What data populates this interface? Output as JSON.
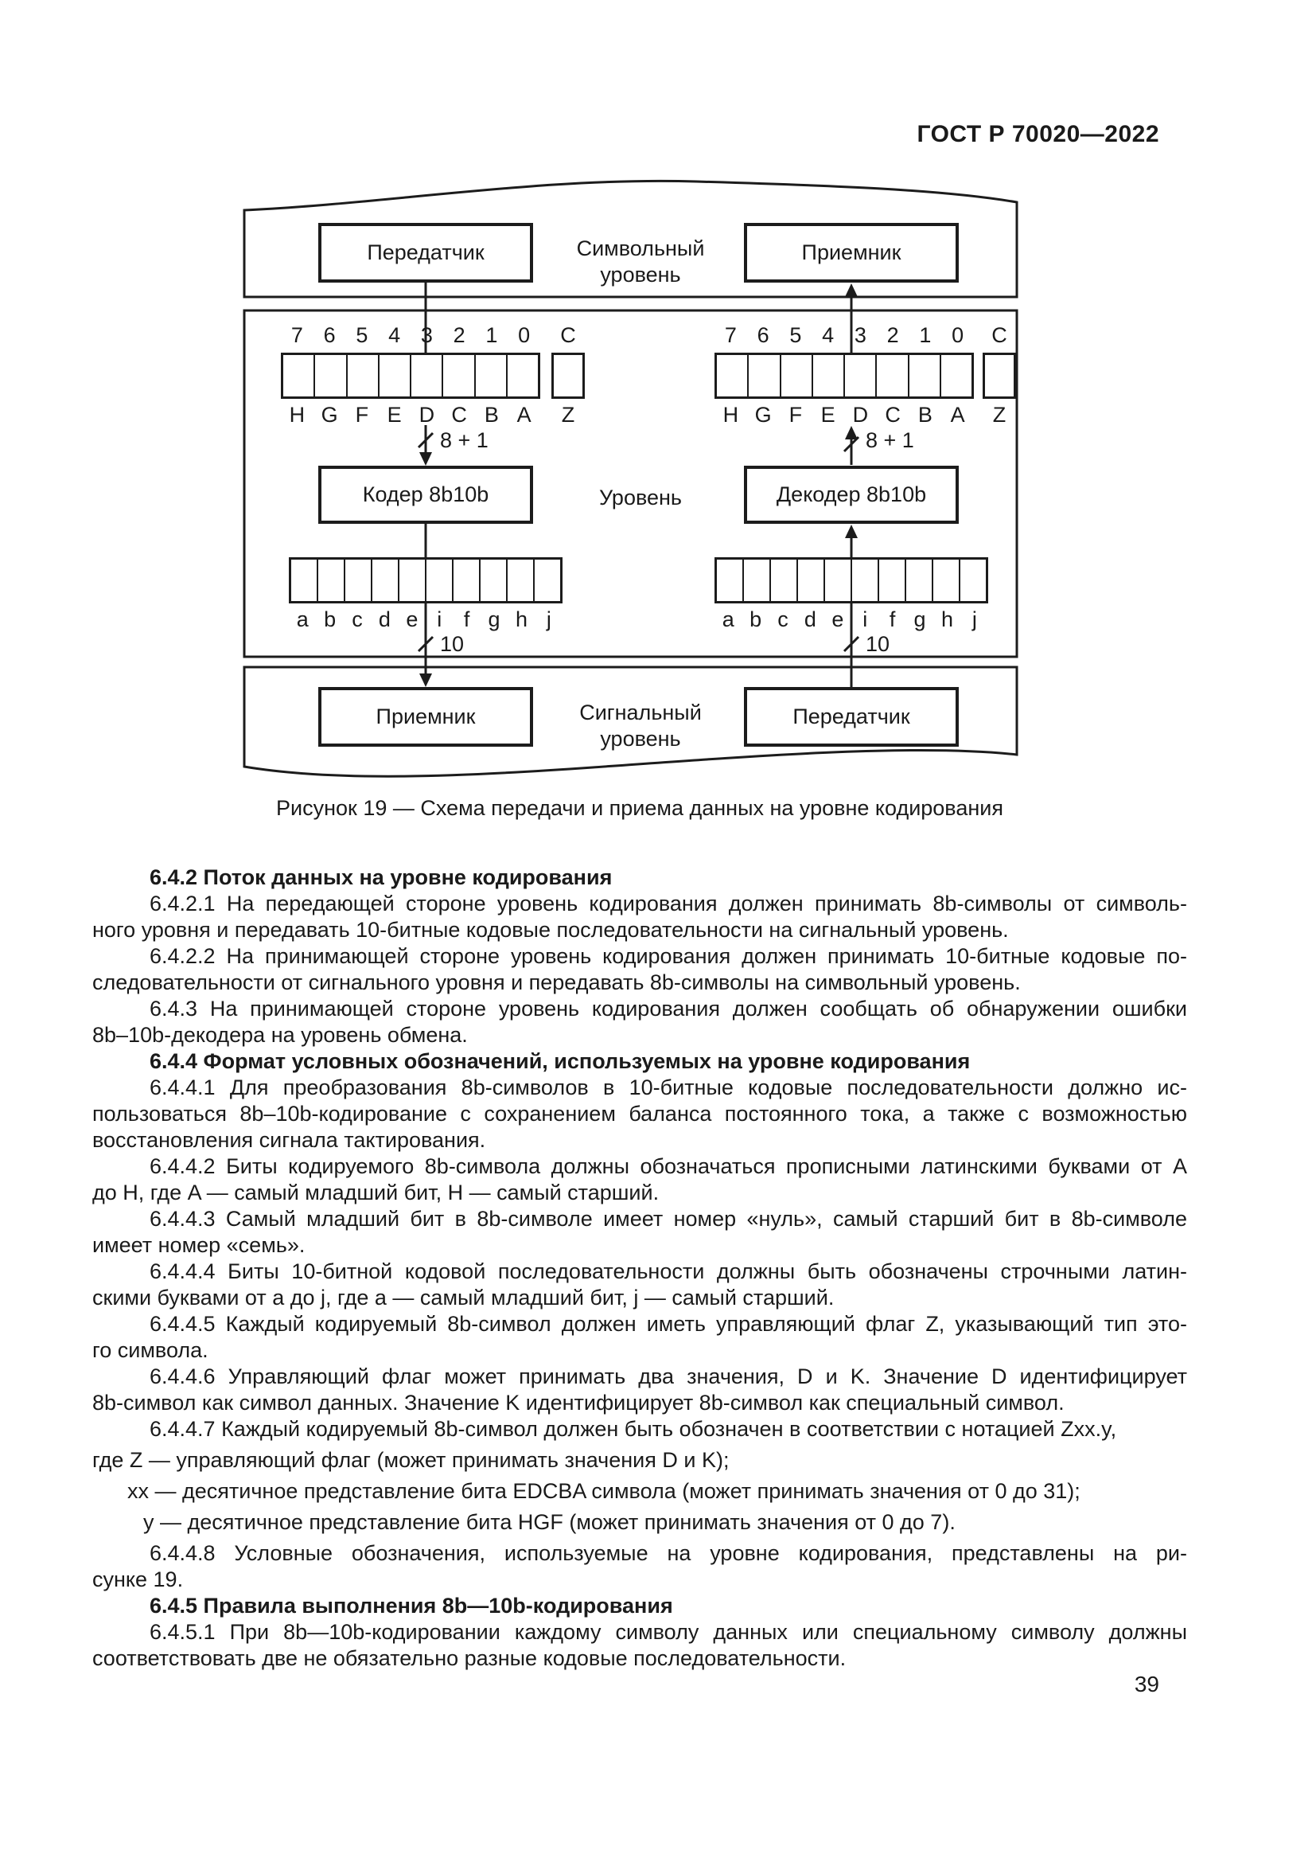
{
  "page": {
    "header": "ГОСТ Р 70020—2022",
    "page_number": "39"
  },
  "figure": {
    "caption": "Рисунок 19 — Схема передачи и приема данных на уровне кодирования",
    "transmitter_top": "Передатчик",
    "receiver_top": "Приемник",
    "symbol_level": {
      "line1": "Символьный",
      "line2": "уровень"
    },
    "middle_level_label": "Уровень",
    "encoder": "Кодер 8b10b",
    "decoder": "Декодер 8b10b",
    "receiver_bottom": "Приемник",
    "transmitter_bottom": "Передатчик",
    "signal_level": {
      "line1": "Сигнальный",
      "line2": "уровень"
    },
    "bit_numbers": [
      "7",
      "6",
      "5",
      "4",
      "3",
      "2",
      "1",
      "0"
    ],
    "control_bit_number": "C",
    "bit_letters": [
      "H",
      "G",
      "F",
      "E",
      "D",
      "C",
      "B",
      "A"
    ],
    "control_bit_letter": "Z",
    "code_bit_letters": [
      "a",
      "b",
      "c",
      "d",
      "e",
      "i",
      "f",
      "g",
      "h",
      "j"
    ],
    "bus_8_label": "8 + 1",
    "bus_10_label": "10"
  },
  "content": {
    "paragraphs": [
      {
        "bold": true,
        "lines": [
          {
            "t": "6.4.2 Поток данных на уровне кодирования",
            "ind": 72
          }
        ]
      },
      {
        "lines": [
          {
            "t": "6.4.2.1 На передающей стороне уровень кодирования должен принимать 8b-символы от символь-",
            "ind": 72,
            "j": 1
          },
          {
            "t": "ного уровня и передавать 10-битные кодовые последовательности на сигнальный уровень."
          }
        ]
      },
      {
        "lines": [
          {
            "t": "6.4.2.2 На принимающей стороне уровень кодирования должен принимать 10-битные кодовые по-",
            "ind": 72,
            "j": 1
          },
          {
            "t": "следовательности от сигнального уровня и передавать 8b-символы на символьный уровень."
          }
        ]
      },
      {
        "lines": [
          {
            "t": "6.4.3 На принимающей стороне уровень кодирования должен сообщать об обнаружении ошибки",
            "ind": 72,
            "j": 1
          },
          {
            "t": "8b–10b-декодера на уровень обмена."
          }
        ]
      },
      {
        "bold": true,
        "lines": [
          {
            "t": "6.4.4 Формат условных обозначений, используемых на уровне кодирования",
            "ind": 72
          }
        ]
      },
      {
        "lines": [
          {
            "t": "6.4.4.1 Для преобразования 8b-символов в 10-битные кодовые последовательности должно ис-",
            "ind": 72,
            "j": 1
          },
          {
            "t": "пользоваться 8b–10b-кодирование с сохранением баланса постоянного тока, а также с возможностью",
            "j": 1
          },
          {
            "t": "восстановления сигнала тактирования."
          }
        ]
      },
      {
        "lines": [
          {
            "t": "6.4.4.2 Биты кодируемого 8b-символа должны обозначаться прописными латинскими буквами от A",
            "ind": 72,
            "j": 1
          },
          {
            "t": "до H, где A — самый младший бит, H — самый старший."
          }
        ]
      },
      {
        "lines": [
          {
            "t": "6.4.4.3 Самый младший бит в 8b-символе имеет номер «нуль», самый старший бит в 8b-символе",
            "ind": 72,
            "j": 1
          },
          {
            "t": "имеет номер «семь»."
          }
        ]
      },
      {
        "lines": [
          {
            "t": "6.4.4.4 Биты 10-битной кодовой последовательности должны быть обозначены строчными латин-",
            "ind": 72,
            "j": 1
          },
          {
            "t": "скими буквами от a до j, где a — самый младший бит, j — самый старший."
          }
        ]
      },
      {
        "lines": [
          {
            "t": "6.4.4.5 Каждый кодируемый 8b-символ должен иметь управляющий флаг Z, указывающий тип это-",
            "ind": 72,
            "j": 1
          },
          {
            "t": "го символа."
          }
        ]
      },
      {
        "lines": [
          {
            "t": "6.4.4.6 Управляющий флаг может принимать два значения, D и K. Значение D идентифицирует",
            "ind": 72,
            "j": 1
          },
          {
            "t": "8b-символ как символ данных. Значение K идентифицирует 8b-символ как специальный символ."
          }
        ]
      },
      {
        "lines": [
          {
            "t": "6.4.4.7 Каждый кодируемый 8b-символ должен быть обозначен в соответствии с нотацией Zxx.y,",
            "ind": 72
          },
          {
            "t": "где Z — управляющий флаг (может принимать значения D и K);",
            "mt": 6
          },
          {
            "t": "xx — десятичное представление бита EDCBA символа (может принимать значения от 0 до 31);",
            "ind": 44,
            "mt": 6
          },
          {
            "t": "y — десятичное представление бита HGF (может принимать значения от 0 до 7).",
            "ind": 64,
            "mt": 6
          }
        ]
      },
      {
        "lines": [
          {
            "t": "6.4.4.8 Условные обозначения, используемые на уровне кодирования, представлены на ри-",
            "ind": 72,
            "j": 1,
            "mt": 6
          },
          {
            "t": "сунке 19."
          }
        ]
      },
      {
        "bold": true,
        "lines": [
          {
            "t": "6.4.5 Правила выполнения 8b—10b-кодирования",
            "ind": 72
          }
        ]
      },
      {
        "lines": [
          {
            "t": "6.4.5.1 При 8b—10b-кодировании каждому символу данных или специальному символу должны",
            "ind": 72,
            "j": 1
          },
          {
            "t": "соответствовать две не обязательно разные кодовые последовательности."
          }
        ]
      }
    ]
  }
}
